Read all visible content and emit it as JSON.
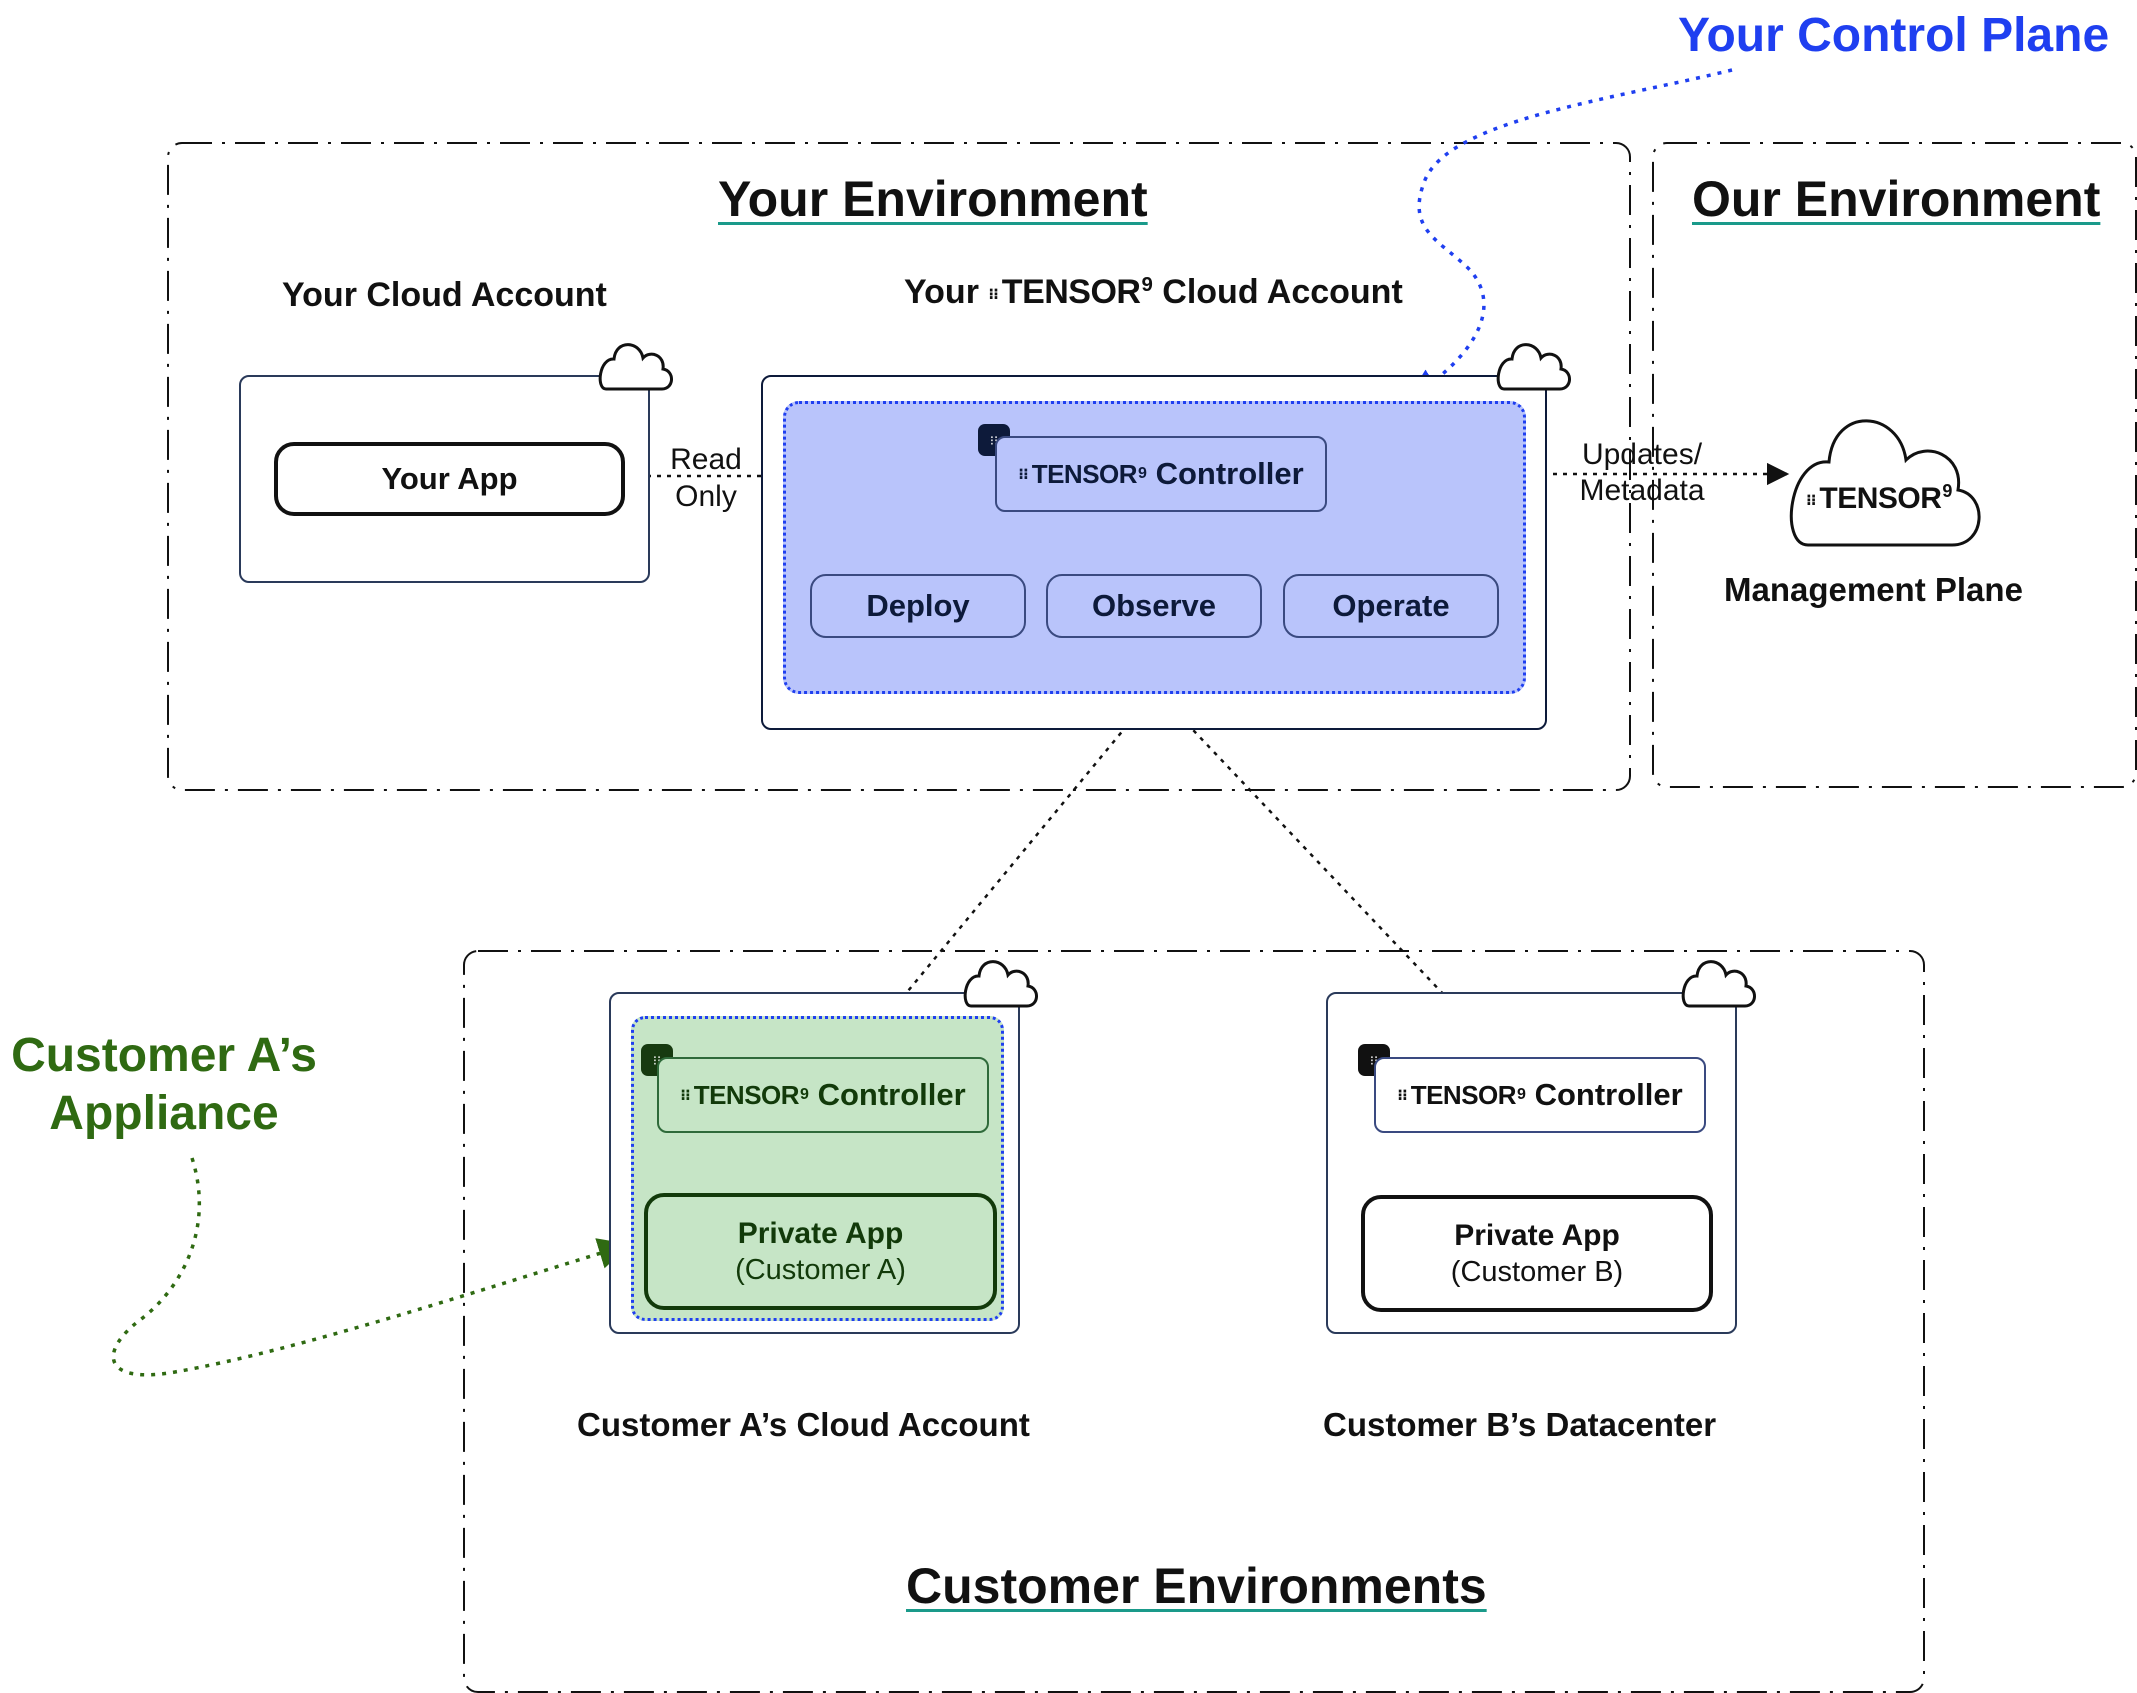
{
  "annotations": {
    "control_plane": "Your Control Plane",
    "appliance_line1": "Customer A’s",
    "appliance_line2": "Appliance"
  },
  "your_environment": {
    "title": "Your Environment",
    "cloud_account_label": "Your Cloud Account",
    "app_label": "Your App",
    "read_only_line1": "Read",
    "read_only_line2": "Only",
    "tensor_account_prefix": "Your",
    "tensor_account_suffix": "Cloud Account",
    "controller_label": "Controller",
    "actions": [
      "Deploy",
      "Observe",
      "Operate"
    ],
    "updates_line1": "Updates/",
    "updates_line2": "Metadata"
  },
  "our_environment": {
    "title": "Our Environment",
    "management_label": "Management Plane"
  },
  "brand": {
    "name": "TENSOR",
    "superscript": "9"
  },
  "customer_environments": {
    "title": "Customer Environments",
    "customer_a": {
      "controller_label": "Controller",
      "app_title": "Private App",
      "app_subtitle": "(Customer A)",
      "account_label": "Customer A’s Cloud Account"
    },
    "customer_b": {
      "controller_label": "Controller",
      "app_title": "Private App",
      "app_subtitle": "(Customer B)",
      "account_label": "Customer B’s Datacenter"
    }
  },
  "colors": {
    "control_plane_blue": "#1f3ff0",
    "control_fill": "#b9c4fb",
    "appliance_green": "#2f6a12",
    "appliance_fill": "#c6e5c6",
    "dark_navy": "#0d1a3a"
  }
}
